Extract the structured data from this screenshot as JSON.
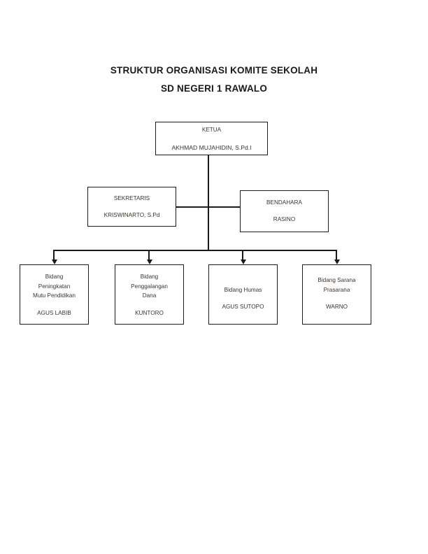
{
  "document": {
    "title_lines": [
      "STRUKTUR ORGANISASI KOMITE SEKOLAH",
      "SD NEGERI 1 RAWALO"
    ]
  },
  "chart_data": {
    "type": "diagram",
    "diagram_kind": "organizational-chart",
    "title": "STRUKTUR ORGANISASI KOMITE SEKOLAH SD NEGERI 1 RAWALO",
    "orientation": "top-down",
    "levels": 3,
    "nodes": [
      {
        "id": "ketua",
        "level": 1,
        "role": "KETUA",
        "person": "AKHMAD MUJAHIDIN, S.Pd.I"
      },
      {
        "id": "sekretaris",
        "level": 2,
        "role": "SEKRETARIS",
        "person": "KRISWINARTO, S.Pd"
      },
      {
        "id": "bendahara",
        "level": 2,
        "role": "BENDAHARA",
        "person": "RASINO"
      },
      {
        "id": "bidang-1",
        "level": 3,
        "role_lines": [
          "Bidang",
          "Peningkatan",
          "Mutu Pendidikan"
        ],
        "person": "AGUS LABIB"
      },
      {
        "id": "bidang-2",
        "level": 3,
        "role_lines": [
          "Bidang",
          "Penggalangan",
          "Dana"
        ],
        "person": "KUNTORO"
      },
      {
        "id": "bidang-3",
        "level": 3,
        "role_lines": [
          "Bidang Humas"
        ],
        "person": "AGUS SUTOPO"
      },
      {
        "id": "bidang-4",
        "level": 3,
        "role_lines": [
          "Bidang Sarana",
          "Prasarana"
        ],
        "person": "WARNO"
      }
    ],
    "edges": [
      {
        "from": "ketua",
        "to": "sekretaris",
        "arrow": false
      },
      {
        "from": "ketua",
        "to": "bendahara",
        "arrow": false
      },
      {
        "from": "ketua",
        "to": "bidang-1",
        "arrow": true
      },
      {
        "from": "ketua",
        "to": "bidang-2",
        "arrow": true
      },
      {
        "from": "ketua",
        "to": "bidang-3",
        "arrow": true
      },
      {
        "from": "ketua",
        "to": "bidang-4",
        "arrow": true
      }
    ],
    "colors": {
      "background": "#ffffff",
      "box_border": "#1a1a1a",
      "connector": "#1a1a1a",
      "title_text": "#1a1a1a",
      "node_text": "#3a332c"
    }
  }
}
